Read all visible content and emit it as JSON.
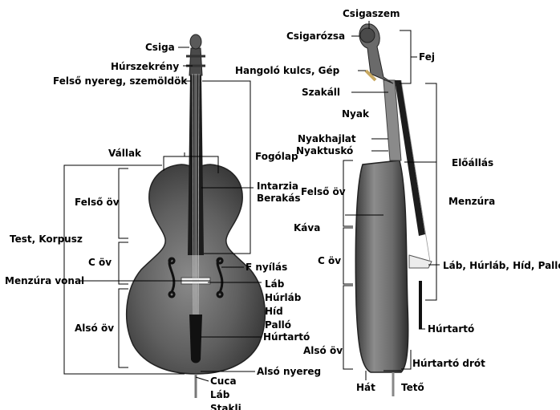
{
  "front": {
    "csiga": "Csiga",
    "hurszekreny": "Húrszekrény",
    "felso_nyereg": "Felső nyereg, szemöldök",
    "vallak": "Vállak",
    "fogolap": "Fogólap",
    "intarzia": "Intarzia",
    "berakas": "Berakás",
    "felso_ov": "Felső öv",
    "test": "Test, Korpusz",
    "c_ov": "C öv",
    "f_nyilas": "F nyílás",
    "menzura_vonal": "Menzúra vonal",
    "lab_stack": [
      "Láb",
      "Húrláb",
      "Híd",
      "Palló"
    ],
    "also_ov": "Alsó öv",
    "hurtarto": "Húrtartó",
    "also_nyereg": "Alsó nyereg",
    "cuca_stack": [
      "Cuca",
      "Láb",
      "Stakli"
    ]
  },
  "side": {
    "csigaszem": "Csigaszem",
    "csigarozsa": "Csigarózsa",
    "fej": "Fej",
    "hangolo": "Hangoló kulcs, Gép",
    "szakall": "Szakáll",
    "nyak": "Nyak",
    "nyakhajlat": "Nyakhajlat",
    "nyaktusko": "Nyaktuskó",
    "eloallas": "Előállás",
    "felso_ov": "Felső öv",
    "menzura": "Menzúra",
    "kava": "Káva",
    "c_ov": "C öv",
    "lab_line": "Láb, Húrláb, Híd, Palló",
    "hurtarto": "Húrtartó",
    "also_ov": "Alsó öv",
    "hurtarto_drot": "Húrtartó drót",
    "hat": "Hát",
    "teto": "Tető"
  }
}
